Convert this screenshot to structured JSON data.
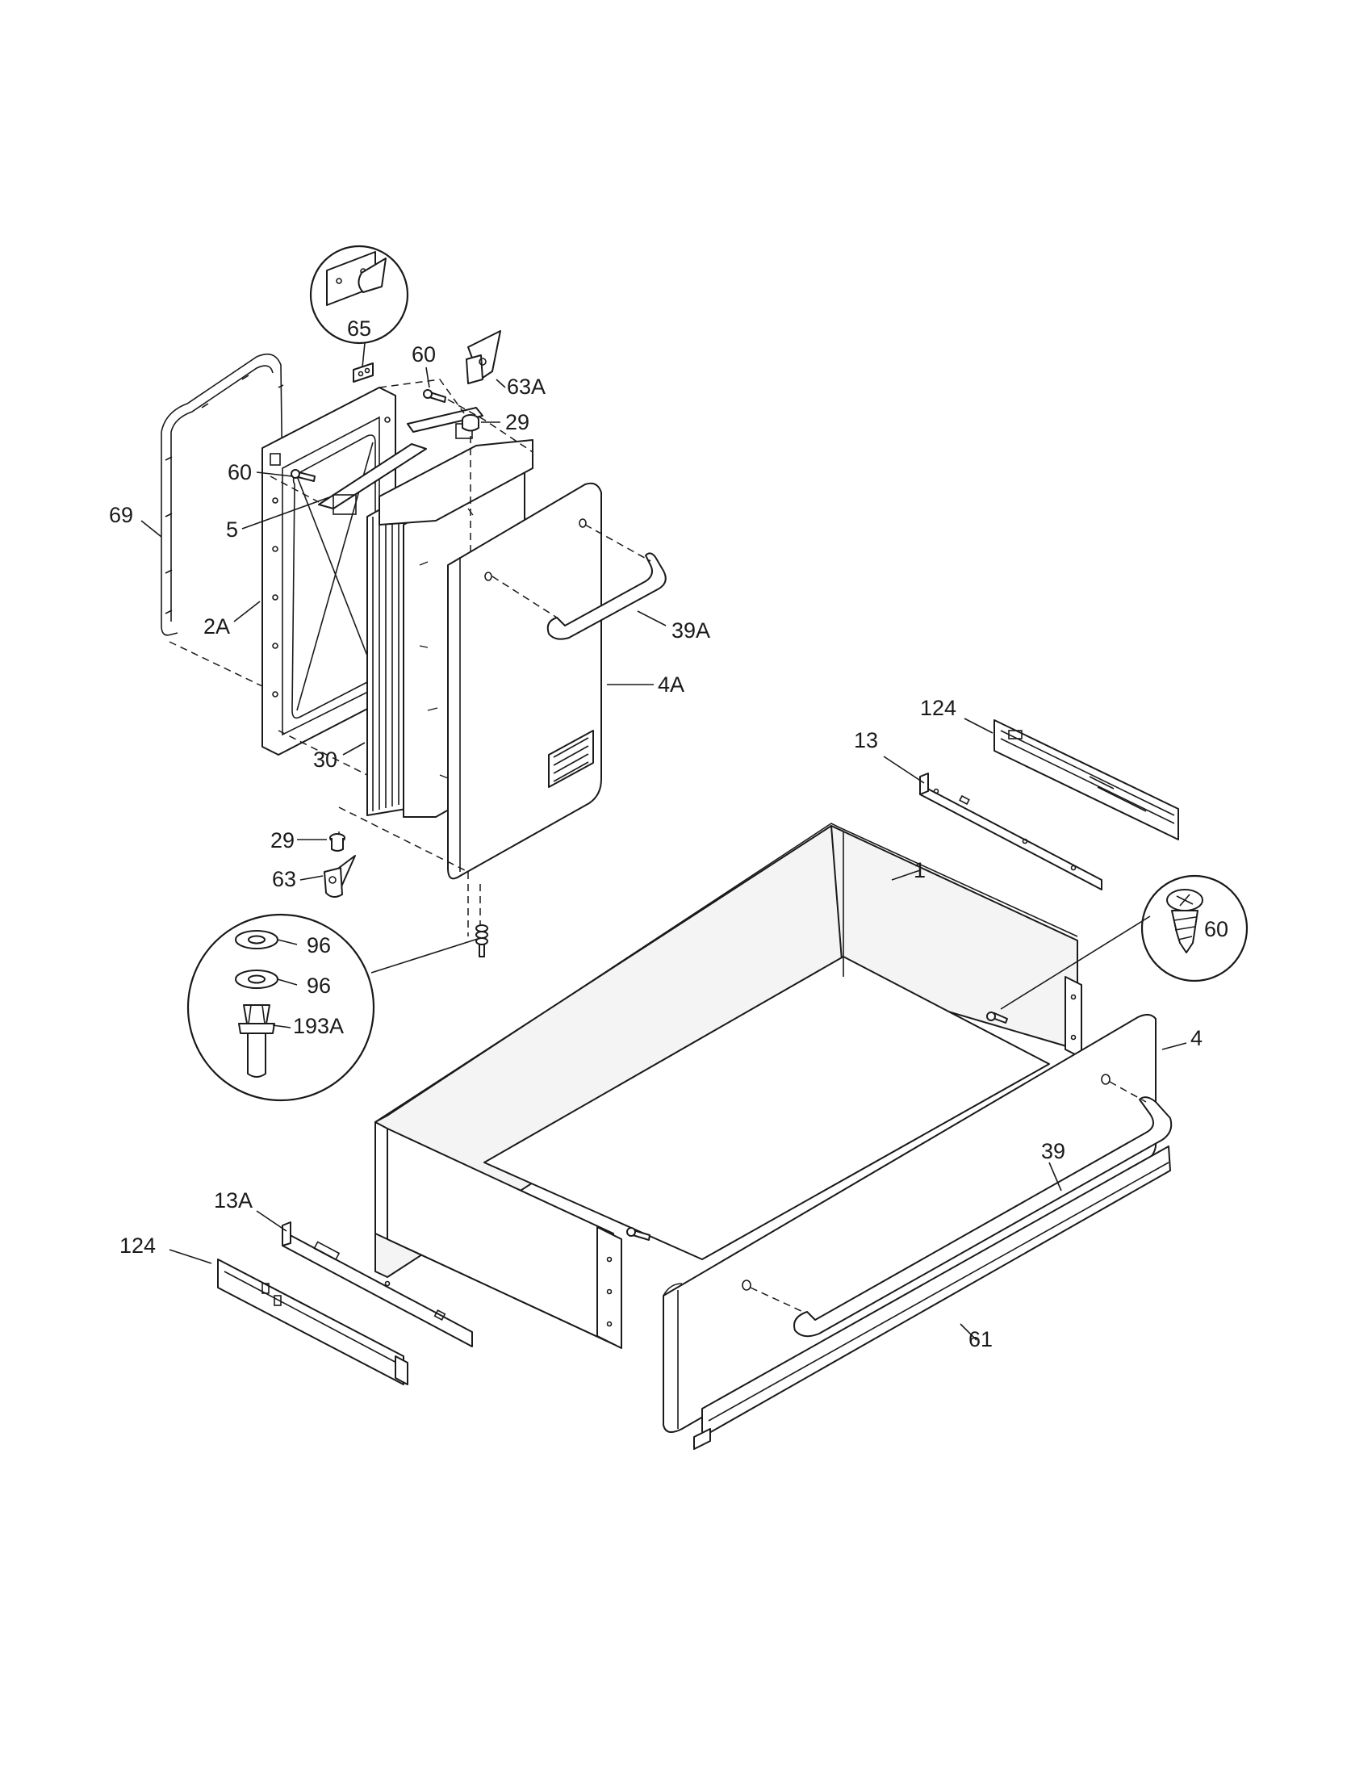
{
  "diagram": {
    "callouts": {
      "c65": "65",
      "c60_top": "60",
      "c63A": "63A",
      "c29_top": "29",
      "c60_left": "60",
      "c5": "5",
      "c69": "69",
      "c2A": "2A",
      "c39A": "39A",
      "c4A": "4A",
      "c30": "30",
      "c29_bottom": "29",
      "c63": "63",
      "c96_a": "96",
      "c96_b": "96",
      "c193A": "193A",
      "c124_right": "124",
      "c13": "13",
      "c1": "1",
      "c60_detail": "60",
      "c4": "4",
      "c39": "39",
      "c13A": "13A",
      "c124_left": "124",
      "c61": "61"
    }
  }
}
